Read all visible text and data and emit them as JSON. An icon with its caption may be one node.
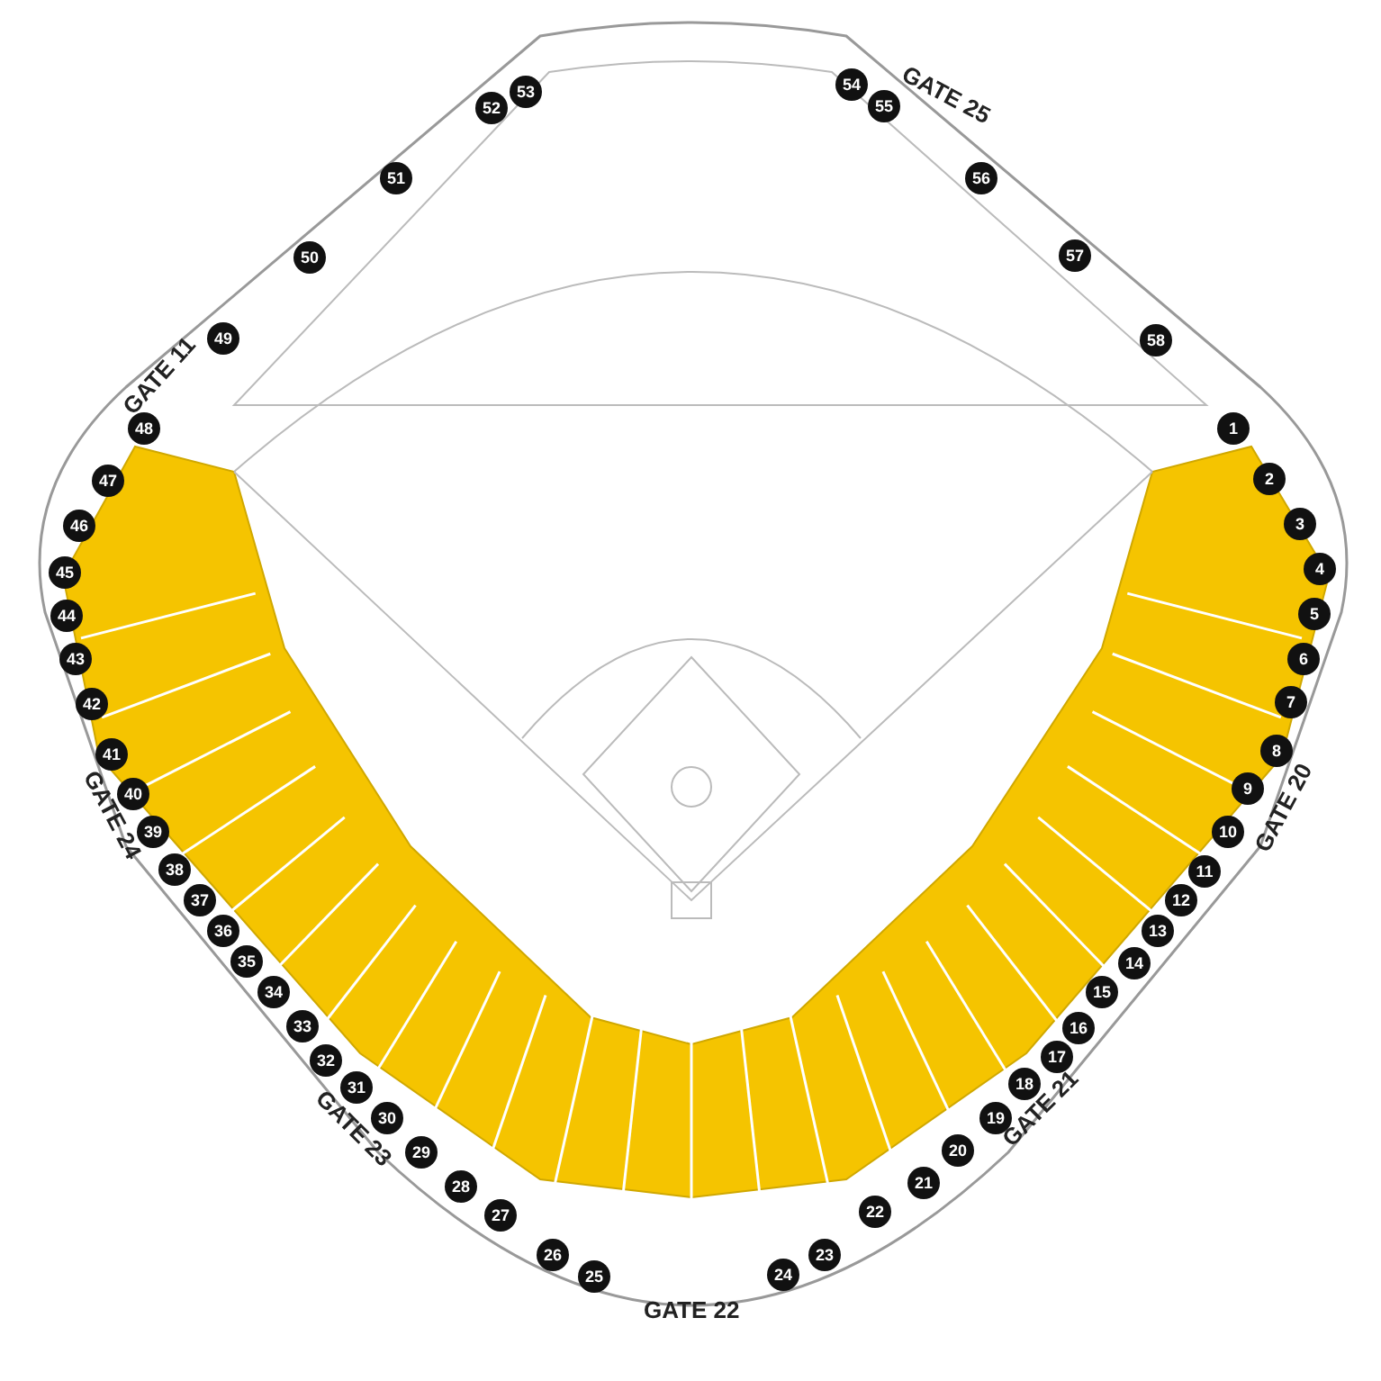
{
  "diagram": {
    "labels": [
      "GATE 25",
      "GATE 11",
      "GATE 20",
      "GATE 24",
      "GATE 21",
      "GATE 23",
      "GATE 22",
      "1",
      "2",
      "3",
      "4",
      "5",
      "6",
      "7",
      "8",
      "9",
      "10",
      "11",
      "12",
      "13",
      "14",
      "15",
      "16",
      "17",
      "18",
      "19",
      "20",
      "21",
      "22",
      "23",
      "24",
      "25",
      "26",
      "27",
      "28",
      "29",
      "30",
      "31",
      "32",
      "33",
      "34",
      "35",
      "36",
      "37",
      "38",
      "39",
      "40",
      "41",
      "42",
      "43",
      "44",
      "45",
      "46",
      "47",
      "48",
      "49",
      "50",
      "51",
      "52",
      "53",
      "54",
      "55",
      "56",
      "57",
      "58"
    ]
  }
}
